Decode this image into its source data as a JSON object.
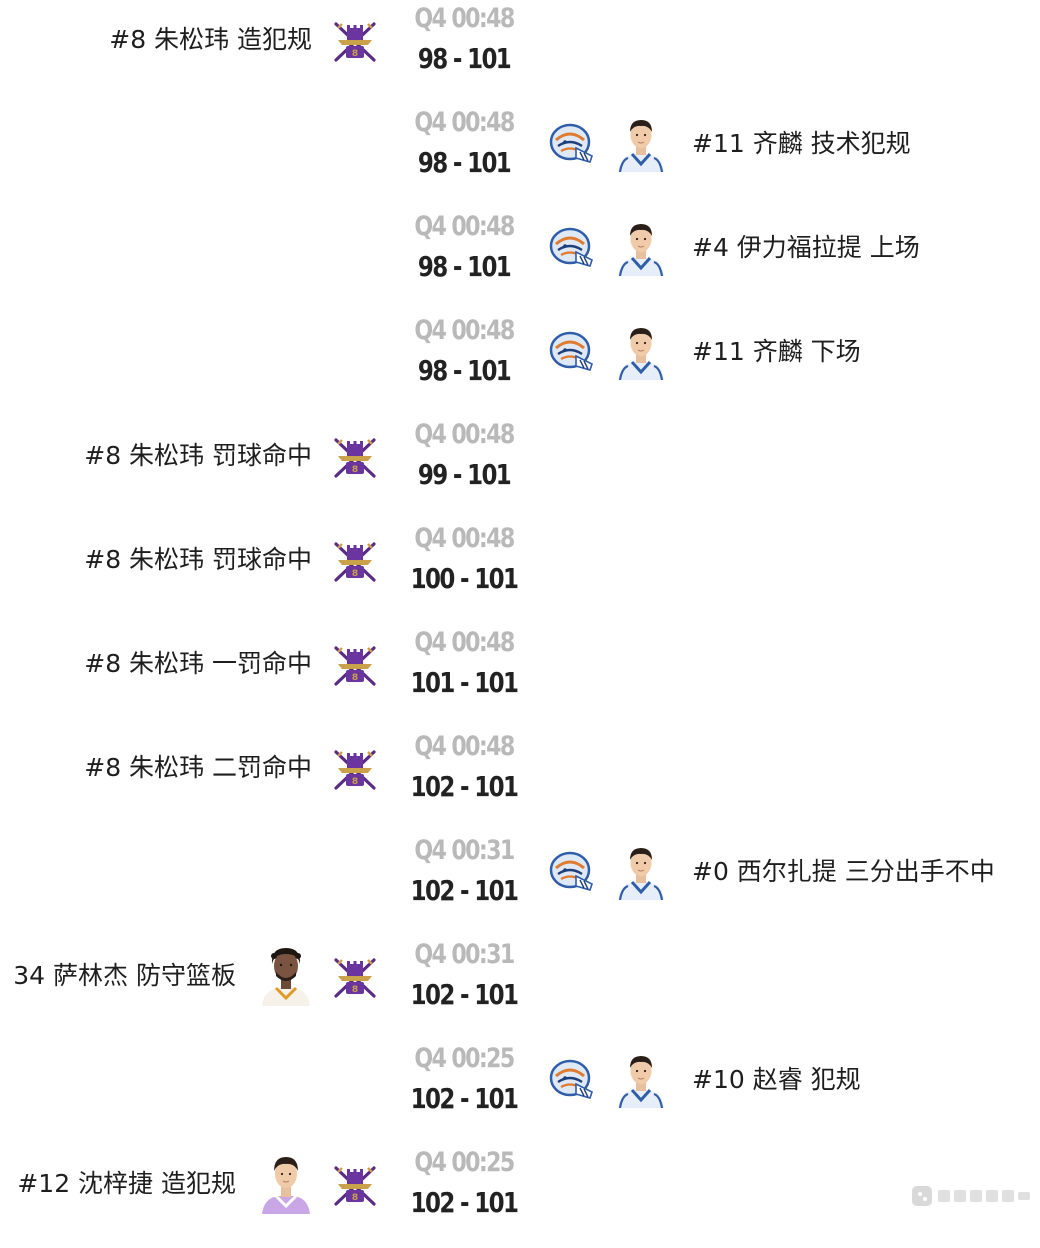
{
  "events": [
    {
      "side": "left",
      "time": "Q4 00:48",
      "score": "98 - 101",
      "text": "#8 朱松玮 造犯规",
      "team_logo": "purple-castle-swords-logo",
      "avatar": null
    },
    {
      "side": "right",
      "time": "Q4 00:48",
      "score": "98 - 101",
      "text": "#11 齐麟 技术犯规",
      "team_logo": "blue-tiger-logo",
      "avatar": "player-photo"
    },
    {
      "side": "right",
      "time": "Q4 00:48",
      "score": "98 - 101",
      "text": "#4 伊力福拉提 上场",
      "team_logo": "blue-tiger-logo",
      "avatar": "player-photo"
    },
    {
      "side": "right",
      "time": "Q4 00:48",
      "score": "98 - 101",
      "text": "#11 齐麟 下场",
      "team_logo": "blue-tiger-logo",
      "avatar": "player-photo"
    },
    {
      "side": "left",
      "time": "Q4 00:48",
      "score": "99 - 101",
      "text": "#8 朱松玮 罚球命中",
      "team_logo": "purple-castle-swords-logo",
      "avatar": null
    },
    {
      "side": "left",
      "time": "Q4 00:48",
      "score": "100 - 101",
      "text": "#8 朱松玮 罚球命中",
      "team_logo": "purple-castle-swords-logo",
      "avatar": null
    },
    {
      "side": "left",
      "time": "Q4 00:48",
      "score": "101 - 101",
      "text": "#8 朱松玮 一罚命中",
      "team_logo": "purple-castle-swords-logo",
      "avatar": null
    },
    {
      "side": "left",
      "time": "Q4 00:48",
      "score": "102 - 101",
      "text": "#8 朱松玮 二罚命中",
      "team_logo": "purple-castle-swords-logo",
      "avatar": null
    },
    {
      "side": "right",
      "time": "Q4 00:31",
      "score": "102 - 101",
      "text": "#0 西尔扎提 三分出手不中",
      "team_logo": "blue-tiger-logo",
      "avatar": "player-photo"
    },
    {
      "side": "left",
      "time": "Q4 00:31",
      "score": "102 - 101",
      "text": "34 萨林杰 防守篮板",
      "team_logo": "purple-castle-swords-logo",
      "avatar": "player-photo"
    },
    {
      "side": "right",
      "time": "Q4 00:25",
      "score": "102 - 101",
      "text": "#10 赵睿 犯规",
      "team_logo": "blue-tiger-logo",
      "avatar": "player-photo"
    },
    {
      "side": "left",
      "time": "Q4 00:25",
      "score": "102 - 101",
      "text": "#12 沈梓捷 造犯规",
      "team_logo": "purple-castle-swords-logo",
      "avatar": "player-photo"
    }
  ],
  "colors": {
    "time": "#b9b9b9",
    "score": "#222222",
    "text": "#1e1e1e",
    "left_team_primary": "#5b2a86",
    "left_team_accent": "#c9a24a",
    "right_team_primary": "#2f5da8",
    "right_team_accent": "#e07a2e"
  }
}
